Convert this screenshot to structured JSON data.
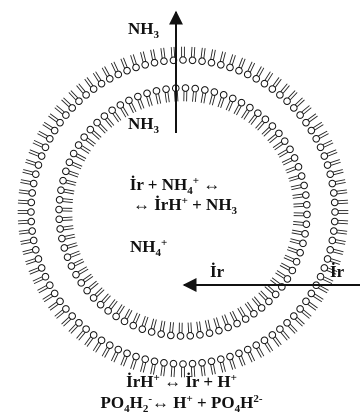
{
  "species": {
    "ammonia_outside": "NH3",
    "ammonia_inside": "NH3",
    "ammonium_inside": "NH4+",
    "drug_inside": "İr",
    "drug_outside": "İr"
  },
  "equations_inside": {
    "line1": "İr + NH4+ ↔",
    "line2": "↔ İrH+ + NH3"
  },
  "equations_below": {
    "line1": "İrH+ ↔ İr + H+",
    "line2": "PO4H2- ↔ H+ + PO4H2-"
  },
  "colors": {
    "ink": "#111111",
    "head_fill": "#ffffff",
    "tail": "#222222"
  }
}
